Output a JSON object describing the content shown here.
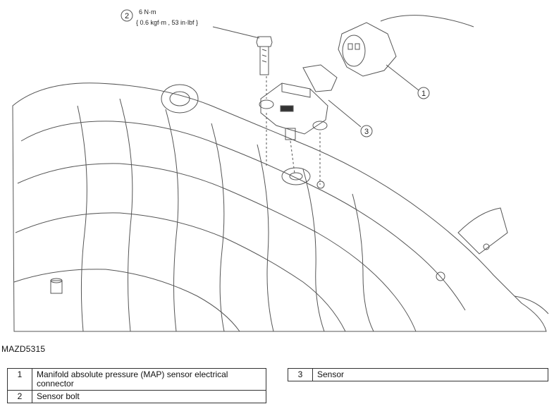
{
  "callouts": {
    "c1": "1",
    "c2": "2",
    "c3": "3",
    "torque_line1": "6 N·m",
    "torque_line2": "{ 0.6 kgf·m , 53 in·lbf }"
  },
  "figure_id": "MAZD5315",
  "legend": {
    "left": [
      {
        "num": "1",
        "text": "Manifold absolute pressure (MAP) sensor electrical connector"
      },
      {
        "num": "2",
        "text": "Sensor bolt"
      }
    ],
    "right": [
      {
        "num": "3",
        "text": "Sensor"
      }
    ]
  }
}
